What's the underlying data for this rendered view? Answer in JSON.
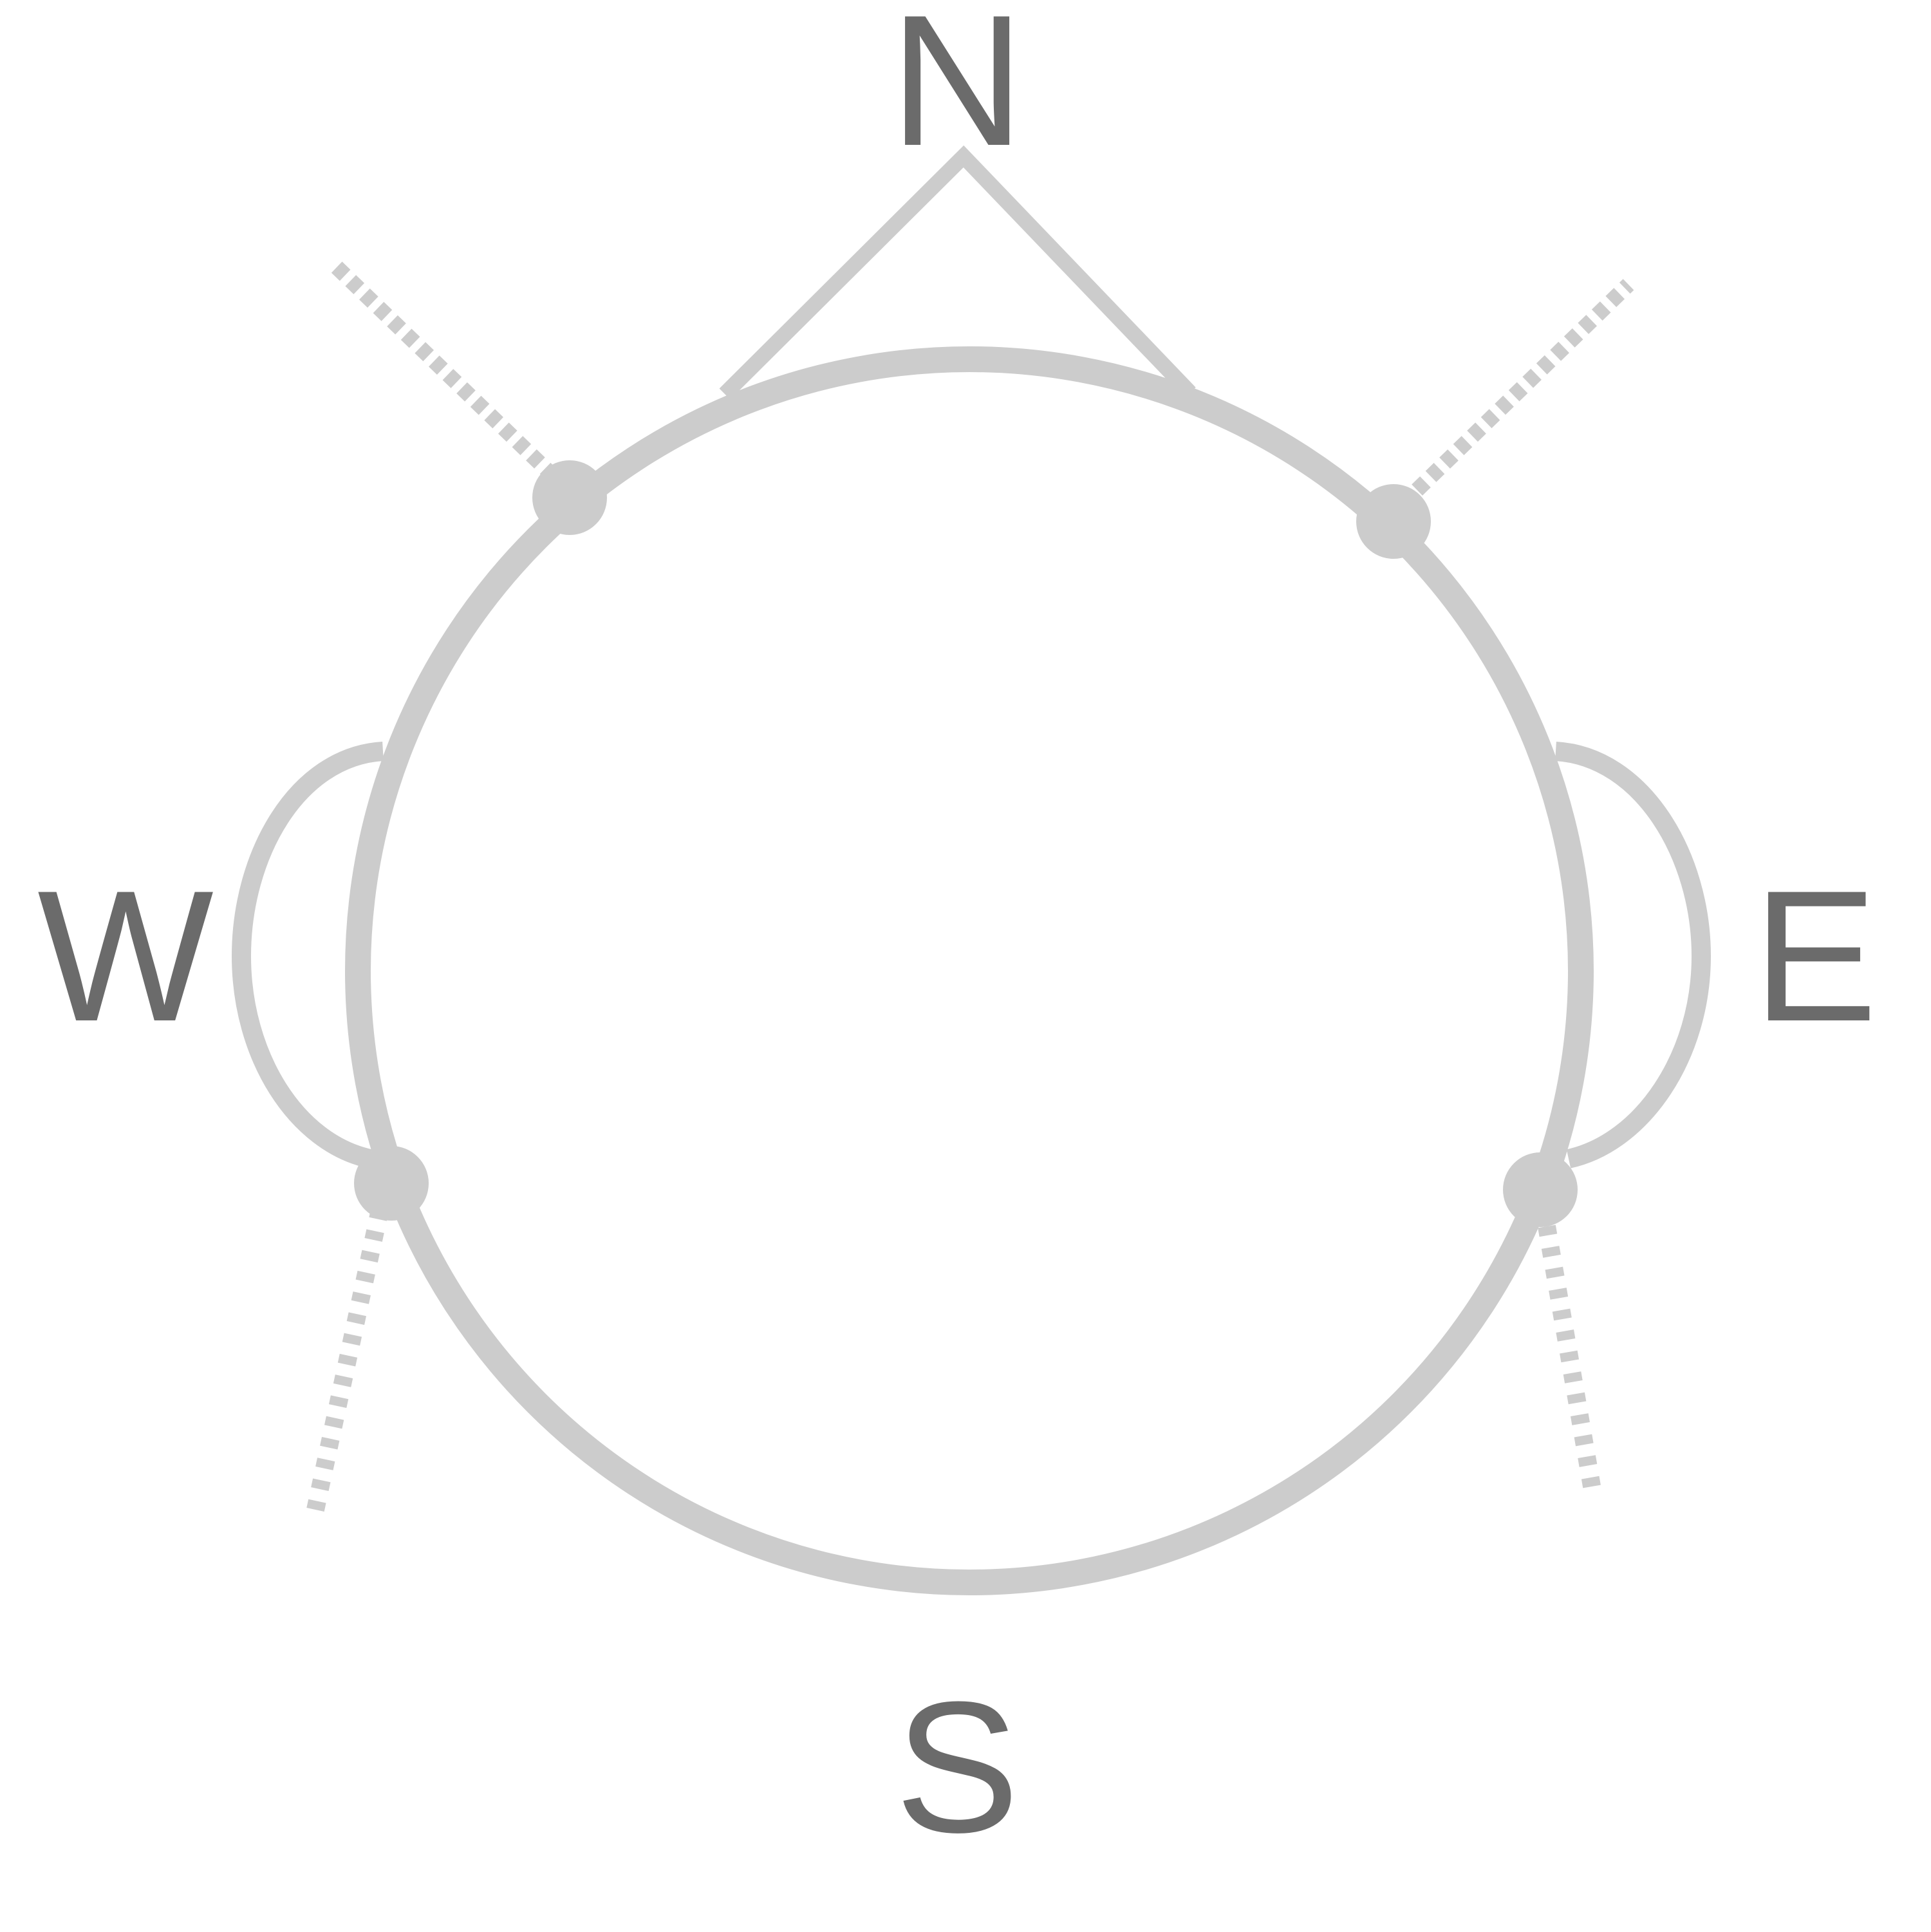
{
  "labels": {
    "north": "N",
    "south": "S",
    "east": "E",
    "west": "W"
  },
  "colors": {
    "label": "#6b6b6b",
    "line": "#cccccc",
    "background": "#ffffff"
  },
  "elements": {
    "head_outline": "circle",
    "nose": "triangle",
    "ears": [
      "left-ear",
      "right-ear"
    ],
    "electrodes": 4,
    "electrode_leads": "dashed"
  }
}
